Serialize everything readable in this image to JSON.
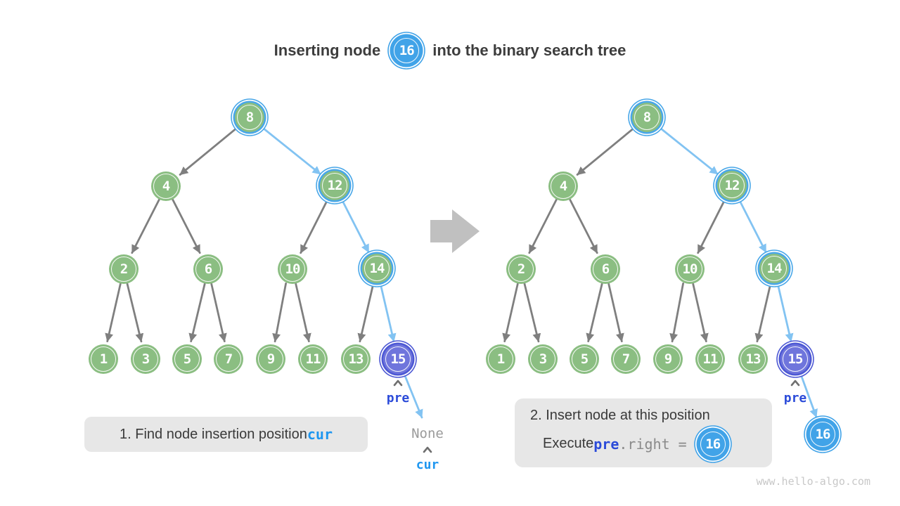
{
  "title": {
    "prefix": "Inserting node",
    "node": "16",
    "suffix": "into the binary search tree"
  },
  "trees": {
    "left": {
      "n8": "8",
      "n4": "4",
      "n12": "12",
      "n2": "2",
      "n6": "6",
      "n10": "10",
      "n14": "14",
      "n1": "1",
      "n3": "3",
      "n5": "5",
      "n7": "7",
      "n9": "9",
      "n11": "11",
      "n13": "13",
      "n15": "15"
    },
    "right": {
      "n8": "8",
      "n4": "4",
      "n12": "12",
      "n2": "2",
      "n6": "6",
      "n10": "10",
      "n14": "14",
      "n1": "1",
      "n3": "3",
      "n5": "5",
      "n7": "7",
      "n9": "9",
      "n11": "11",
      "n13": "13",
      "n15": "15",
      "n16": "16"
    }
  },
  "labels": {
    "pre": "pre",
    "cur": "cur",
    "none": "None"
  },
  "captions": {
    "step1": {
      "text": "1. Find node insertion position ",
      "code": "cur"
    },
    "step2": {
      "line1": "2. Insert node at this position",
      "prefix": "Execute ",
      "code_pre": "pre",
      "code_rest": ".right = ",
      "node": "16"
    }
  },
  "watermark": "www.hello-algo.com",
  "colors": {
    "node_green": "#8bbe82",
    "node_blue": "#41a3e8",
    "node_purple": "#6f75dc",
    "highlight_ring": "#49a7e8",
    "edge_gray": "#7f7f7f",
    "edge_blue": "#82c3f2",
    "block_arrow": "#c0c0c0",
    "caption_bg": "#e7e7e7",
    "pre_blue": "#2b4bd9",
    "cur_blue": "#1e96f0",
    "title_text": "#3d3d3d"
  }
}
